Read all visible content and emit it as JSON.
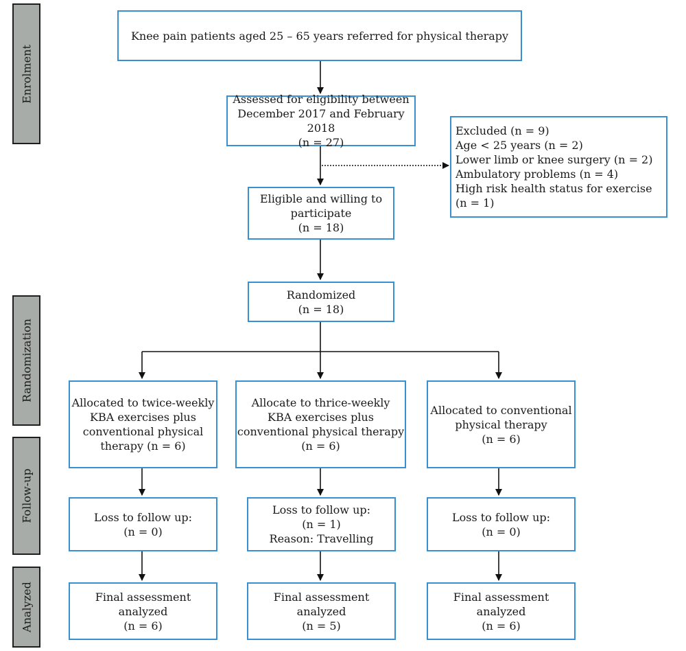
{
  "stages": {
    "enrolment": "Enrolment",
    "randomization": "Randomization",
    "followup": "Follow-up",
    "analyzed": "Analyzed"
  },
  "boxes": {
    "referred": [
      "Knee pain patients aged 25 – 65 years referred for physical therapy"
    ],
    "assessed": [
      "Assessed for eligibility between",
      "December 2017 and February 2018",
      "(n = 27)"
    ],
    "excluded": [
      "Excluded (n = 9)",
      "Age < 25 years (n = 2)",
      "Lower limb or knee surgery (n = 2)",
      "Ambulatory problems (n = 4)",
      "High risk health status for exercise",
      "(n = 1)"
    ],
    "eligible": [
      "Eligible and willing to",
      "participate",
      "(n = 18)"
    ],
    "randomized": [
      "Randomized",
      "(n = 18)"
    ],
    "alloc1": [
      "Allocated to twice-weekly",
      "KBA exercises plus",
      "conventional physical",
      "therapy (n = 6)"
    ],
    "alloc2": [
      "Allocate to thrice-weekly",
      "KBA exercises plus",
      "conventional physical therapy",
      "(n = 6)"
    ],
    "alloc3": [
      "Allocated to conventional",
      "physical therapy",
      "(n = 6)"
    ],
    "loss1": [
      "Loss to follow up:",
      "(n = 0)"
    ],
    "loss2": [
      "Loss to follow up:",
      "(n = 1)",
      "Reason: Travelling"
    ],
    "loss3": [
      "Loss to follow up:",
      "(n = 0)"
    ],
    "final1": [
      "Final assessment",
      "analyzed",
      "(n = 6)"
    ],
    "final2": [
      "Final assessment",
      "analyzed",
      "(n = 5)"
    ],
    "final3": [
      "Final assessment",
      "analyzed",
      "(n = 6)"
    ]
  },
  "colors": {
    "box_border": "#3a8fd0",
    "stage_fill": "#a7aca9",
    "arrow": "#111111"
  }
}
